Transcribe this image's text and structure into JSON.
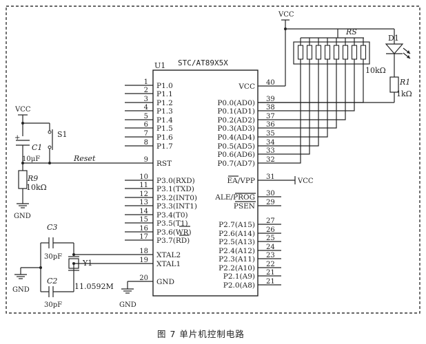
{
  "chip": {
    "unit": "U1",
    "model": "STC/AT89X5X",
    "left_pins": [
      {
        "num": "1",
        "name": "P1.0"
      },
      {
        "num": "2",
        "name": "P1.1"
      },
      {
        "num": "3",
        "name": "P1.2"
      },
      {
        "num": "4",
        "name": "P1.3"
      },
      {
        "num": "5",
        "name": "P1.4"
      },
      {
        "num": "6",
        "name": "P1.5"
      },
      {
        "num": "7",
        "name": "P1.6"
      },
      {
        "num": "8",
        "name": "P1.7"
      },
      {
        "num": "9",
        "name": "RST"
      },
      {
        "num": "10",
        "name": "P3.0(RXD)"
      },
      {
        "num": "11",
        "name": "P3.1(TXD)"
      },
      {
        "num": "12",
        "name": "P3.2(INT0)"
      },
      {
        "num": "13",
        "name": "P3.3(INT1)"
      },
      {
        "num": "14",
        "name": "P3.4(T0)"
      },
      {
        "num": "15",
        "name": "P3.5(T1)"
      },
      {
        "num": "16",
        "name": "P3.6(WR)"
      },
      {
        "num": "17",
        "name": "P3.7(RD)"
      },
      {
        "num": "18",
        "name": "XTAL2"
      },
      {
        "num": "19",
        "name": "XTAL1"
      },
      {
        "num": "20",
        "name": "GND"
      }
    ],
    "right_pins": [
      {
        "num": "40",
        "name": "VCC"
      },
      {
        "num": "39",
        "name": "P0.0(AD0)"
      },
      {
        "num": "38",
        "name": "P0.1(AD1)"
      },
      {
        "num": "37",
        "name": "P0.2(AD2)"
      },
      {
        "num": "36",
        "name": "P0.3(AD3)"
      },
      {
        "num": "35",
        "name": "P0.4(AD4)"
      },
      {
        "num": "34",
        "name": "P0.5(AD5)"
      },
      {
        "num": "33",
        "name": "P0.6(AD6)"
      },
      {
        "num": "32",
        "name": "P0.7(AD7)"
      },
      {
        "num": "31",
        "name": "EA/VPP"
      },
      {
        "num": "30",
        "name": "ALE/PROG"
      },
      {
        "num": "29",
        "name": "PSEN"
      },
      {
        "num": "27",
        "name": "P2.7(A15)"
      },
      {
        "num": "26",
        "name": "P2.6(A14)"
      },
      {
        "num": "25",
        "name": "P2.5(A13)"
      },
      {
        "num": "24",
        "name": "P2.4(A12)"
      },
      {
        "num": "23",
        "name": "P2.3(A11)"
      },
      {
        "num": "22",
        "name": "P2.2(A10)"
      },
      {
        "num": "21",
        "name": "P2.1(A9)"
      },
      {
        "num": "21",
        "name": "P2.0(A8)"
      }
    ]
  },
  "components": {
    "vcc_top": "VCC",
    "vcc_left": "VCC",
    "vcc_ea": "VCC",
    "rs_label": "RS",
    "rs_value": "10kΩ",
    "led_label": "D1",
    "r1_label": "R1",
    "r1_value": "1kΩ",
    "s1_label": "S1",
    "c1_label": "C1",
    "c1_value": "10μF",
    "r9_label": "R9",
    "r9_value": "10kΩ",
    "reset_label": "Reset",
    "gnd1": "GND",
    "gnd2": "GND",
    "gnd3": "GND",
    "c2_label": "C2",
    "c2_value": "30pF",
    "c3_label": "C3",
    "c3_value": "30pF",
    "y1_label": "Y1",
    "y1_value": "11.0592M"
  },
  "caption": "图 7   单片机控制电路"
}
